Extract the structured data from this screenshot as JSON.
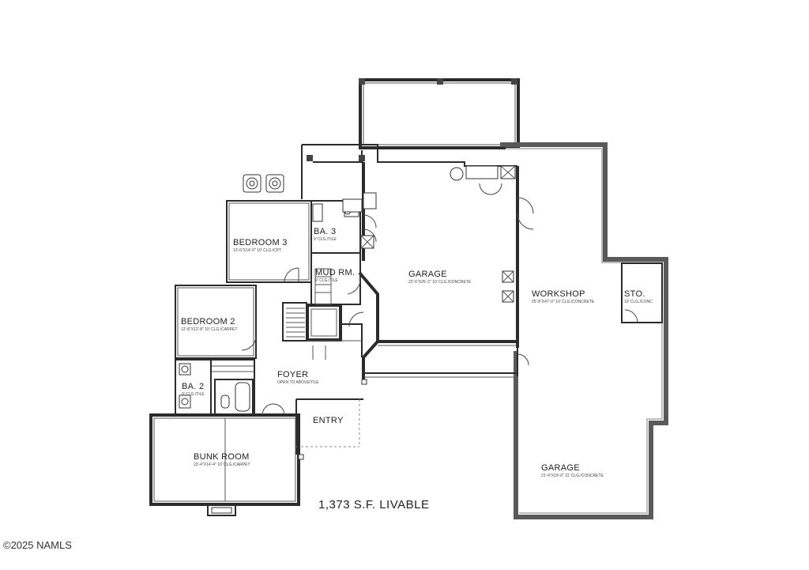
{
  "rooms": {
    "bedroom3": {
      "name": "BEDROOM 3",
      "sub": "13'-6\"X14'-0\" 10' CLG./CPT."
    },
    "ba3": {
      "name": "BA. 3",
      "sub": "9' CLG./TILE"
    },
    "mud": {
      "name": "MUD RM.",
      "sub": "9' CLG./TILE"
    },
    "garage_main": {
      "name": "GARAGE",
      "sub": "22'-6\"X25'-2\" 10' CLG./CONCRETE"
    },
    "workshop": {
      "name": "WORKSHOP",
      "sub": "25'-8\"X47'-0\" 10' CLG./CONCRETE"
    },
    "sto": {
      "name": "STO.",
      "sub": "10' CLG./CONC."
    },
    "bedroom2": {
      "name": "BEDROOM 2",
      "sub": "12'-8\"X12'-8\" 10' CLG./CARPET"
    },
    "ba2": {
      "name": "BA. 2",
      "sub": "9' CLG./TILE"
    },
    "foyer": {
      "name": "FOYER",
      "sub": "OPEN TO ABOVE/TILE"
    },
    "entry": {
      "name": "ENTRY"
    },
    "bunk": {
      "name": "BUNK ROOM",
      "sub": "23'-4\"X14'-4\" 10' CLG./CARPET"
    },
    "garage_lower": {
      "name": "GARAGE",
      "sub": "21'-4\"X19'-0\" 11' CLG./CONCRETE"
    }
  },
  "livable_area": "1,373 S.F. LIVABLE",
  "copyright": "©2025 NAMLS",
  "icons": [
    "ac-unit-icon",
    "ac-unit-icon"
  ]
}
